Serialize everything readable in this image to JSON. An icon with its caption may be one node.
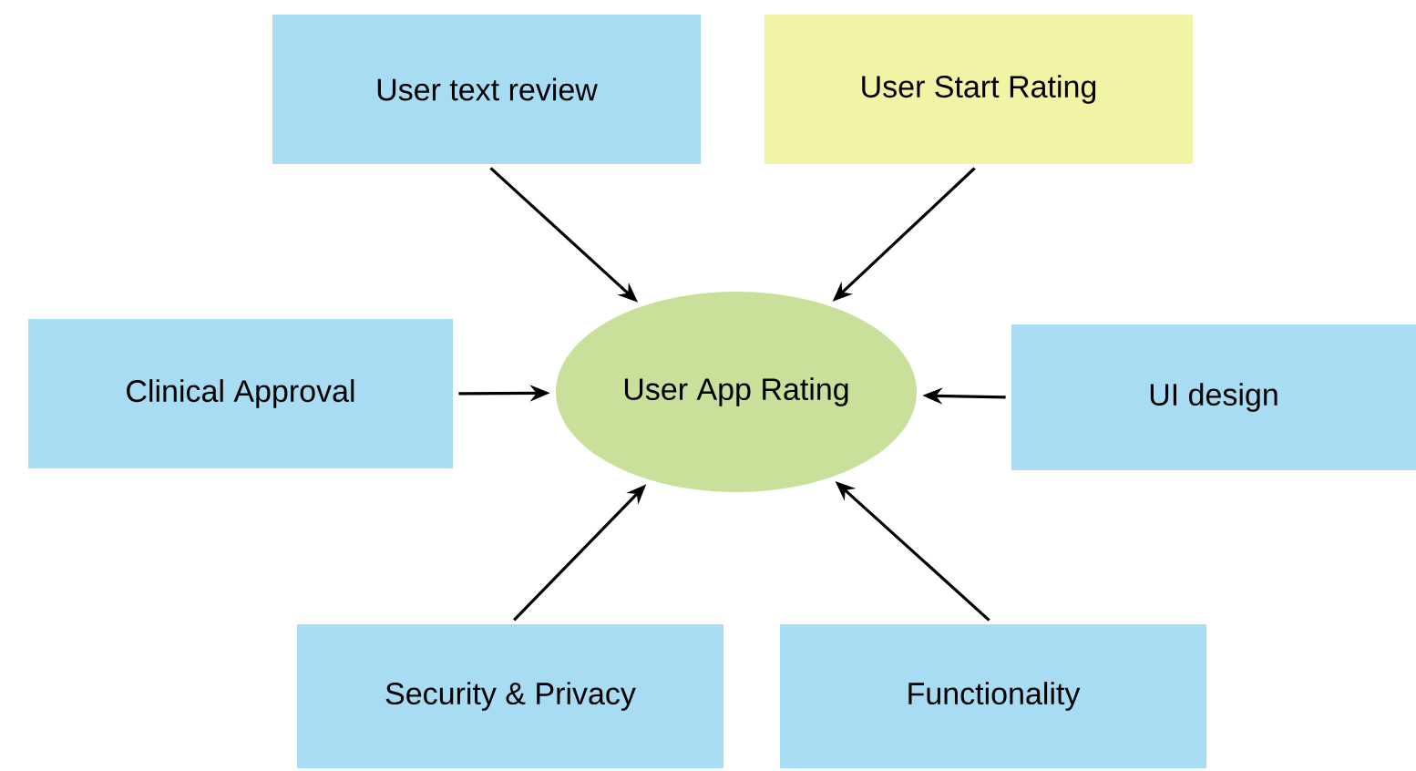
{
  "diagram": {
    "nodes": [
      {
        "text": [
          "User App Rating"
        ]
      },
      {
        "text": [
          "User text review"
        ]
      },
      {
        "text": [
          "User Start Rating"
        ]
      },
      {
        "text": [
          "Clinical Approval"
        ]
      },
      {
        "text": [
          "UI design"
        ]
      },
      {
        "text": [
          "Security & Privacy"
        ]
      },
      {
        "text": [
          "Functionality"
        ]
      }
    ],
    "edges": [
      {
        "from": 1,
        "to": 0,
        "arrow": "to"
      },
      {
        "from": 2,
        "to": 0,
        "arrow": "to"
      },
      {
        "from": 3,
        "to": 0,
        "arrow": "to"
      },
      {
        "from": 4,
        "to": 0,
        "arrow": "to"
      },
      {
        "from": 5,
        "to": 0,
        "arrow": "to"
      },
      {
        "from": 6,
        "to": 0,
        "arrow": "to"
      }
    ]
  }
}
